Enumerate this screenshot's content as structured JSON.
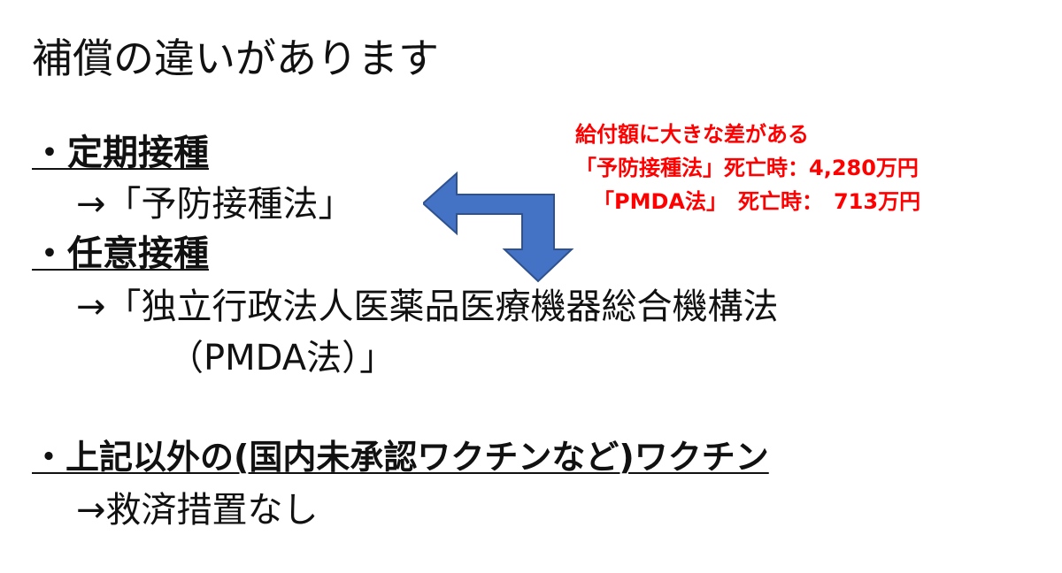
{
  "title": "補償の違いがあります",
  "bullets": {
    "routine": "・定期接種",
    "routine_law": "→「予防接種法」",
    "voluntary": "・任意接種",
    "voluntary_law_line1": "→「独立行政法人医薬品医療機器総合機構法",
    "voluntary_law_line2": "（PMDA法）」",
    "other": "・上記以外の(国内未承認ワクチンなど)ワクチン",
    "other_note": "→救済措置なし"
  },
  "callout": {
    "heading": "給付額に大きな差がある",
    "line1": "「予防接種法」死亡時：4,280万円",
    "line2": "「PMDA法」　死亡時：　713万円"
  },
  "colors": {
    "callout_text": "#ff0000",
    "arrow_fill": "#4472c4",
    "arrow_stroke": "#2f528f"
  },
  "icons": {
    "comparison_arrow": "bent-double-arrow-icon"
  }
}
